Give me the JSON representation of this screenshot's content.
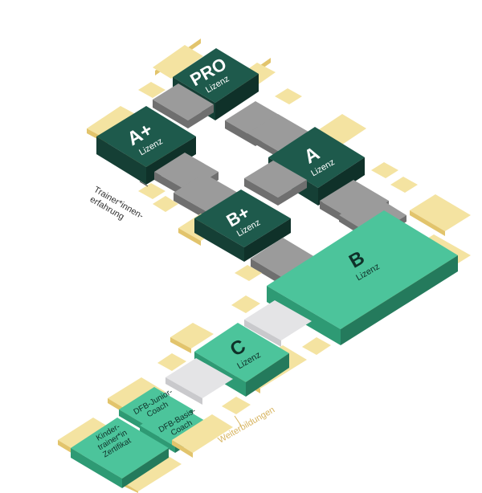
{
  "colors": {
    "dark_top": "#1e5a4c",
    "dark_side_a": "#153f35",
    "dark_side_b": "#0f3129",
    "light_top": "#4cc49b",
    "light_side_a": "#2e9a74",
    "light_side_b": "#247a5c",
    "yellow_top": "#f4e3a1",
    "yellow_side": "#e2c46c",
    "gray_top": "#9b9b9b",
    "gray_side": "#6f6f6f",
    "lightgray_top": "#e4e4e6",
    "lightgray_side": "#c9c9cc",
    "label_tan": "#d7b45f",
    "label_dark": "#333333"
  },
  "blocks": {
    "pro": {
      "title": "PRO",
      "sub": "Lizenz"
    },
    "a_plus": {
      "title": "A+",
      "sub": "Lizenz"
    },
    "a": {
      "title": "A",
      "sub": "Lizenz"
    },
    "b_plus": {
      "title": "B+",
      "sub": "Lizenz"
    },
    "b": {
      "title": "B",
      "sub": "Lizenz"
    },
    "c": {
      "title": "C",
      "sub": "Lizenz"
    },
    "dfb_junior": {
      "line1": "DFB-Junior-",
      "line2": "Coach"
    },
    "dfb_basis": {
      "line1": "DFB-Basis-",
      "line2": "Coach"
    },
    "kinder": {
      "line1": "Kinder-",
      "line2": "trainer*in",
      "line3": "Zertifikat"
    }
  },
  "annotations": {
    "trainer_line1": "Trainer*innen-",
    "trainer_line2": "erfahrung",
    "weiterbildungen": "Weiterbildungen"
  }
}
